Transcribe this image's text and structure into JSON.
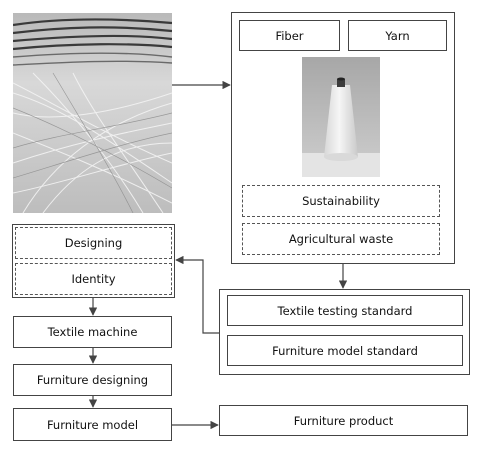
{
  "diagram": {
    "nodes": {
      "fiber": "Fiber",
      "yarn": "Yarn",
      "sustainability": "Sustainability",
      "agricultural_waste": "Agricultural waste",
      "designing": "Designing",
      "identity": "Identity",
      "textile_machine": "Textile machine",
      "furniture_designing": "Furniture designing",
      "furniture_model": "Furniture model",
      "textile_testing_standard": "Textile testing standard",
      "furniture_model_standard": "Furniture model standard",
      "furniture_product": "Furniture product"
    },
    "colors": {
      "line": "#444444",
      "background": "#ffffff"
    }
  }
}
